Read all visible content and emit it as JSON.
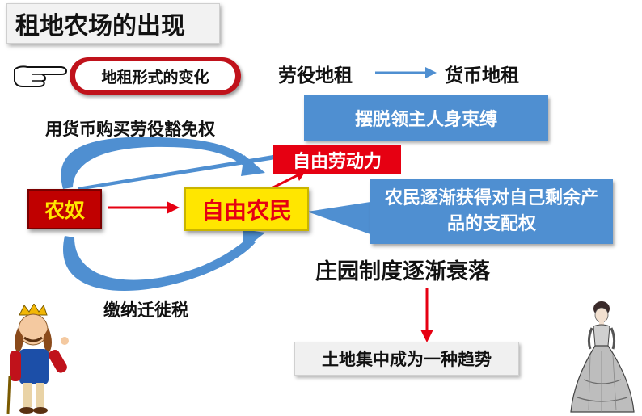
{
  "title": "租地农场的出现",
  "pill_label": "地租形式的变化",
  "rent_from": "劳役地租",
  "rent_to": "货币地租",
  "top_arc_label": "用货币购买劳役豁免权",
  "bottom_arc_label": "缴纳迁徙税",
  "serf_label": "农奴",
  "free_peasant_label": "自由农民",
  "free_labor_label": "自由劳动力",
  "blue_top": "摆脱领主人身束缚",
  "blue_bottom": "农民逐渐获得对自己剩余产品的支配权",
  "manor_decline": "庄园制度逐渐衰落",
  "land_concentration": "土地集中成为一种趋势",
  "colors": {
    "red": "#e60012",
    "blue": "#4f8fd1",
    "yellow": "#ffe600",
    "dark_red": "#c00000"
  },
  "icons": [
    "pointing-hand-icon",
    "king-figure-icon",
    "lady-figure-icon"
  ]
}
